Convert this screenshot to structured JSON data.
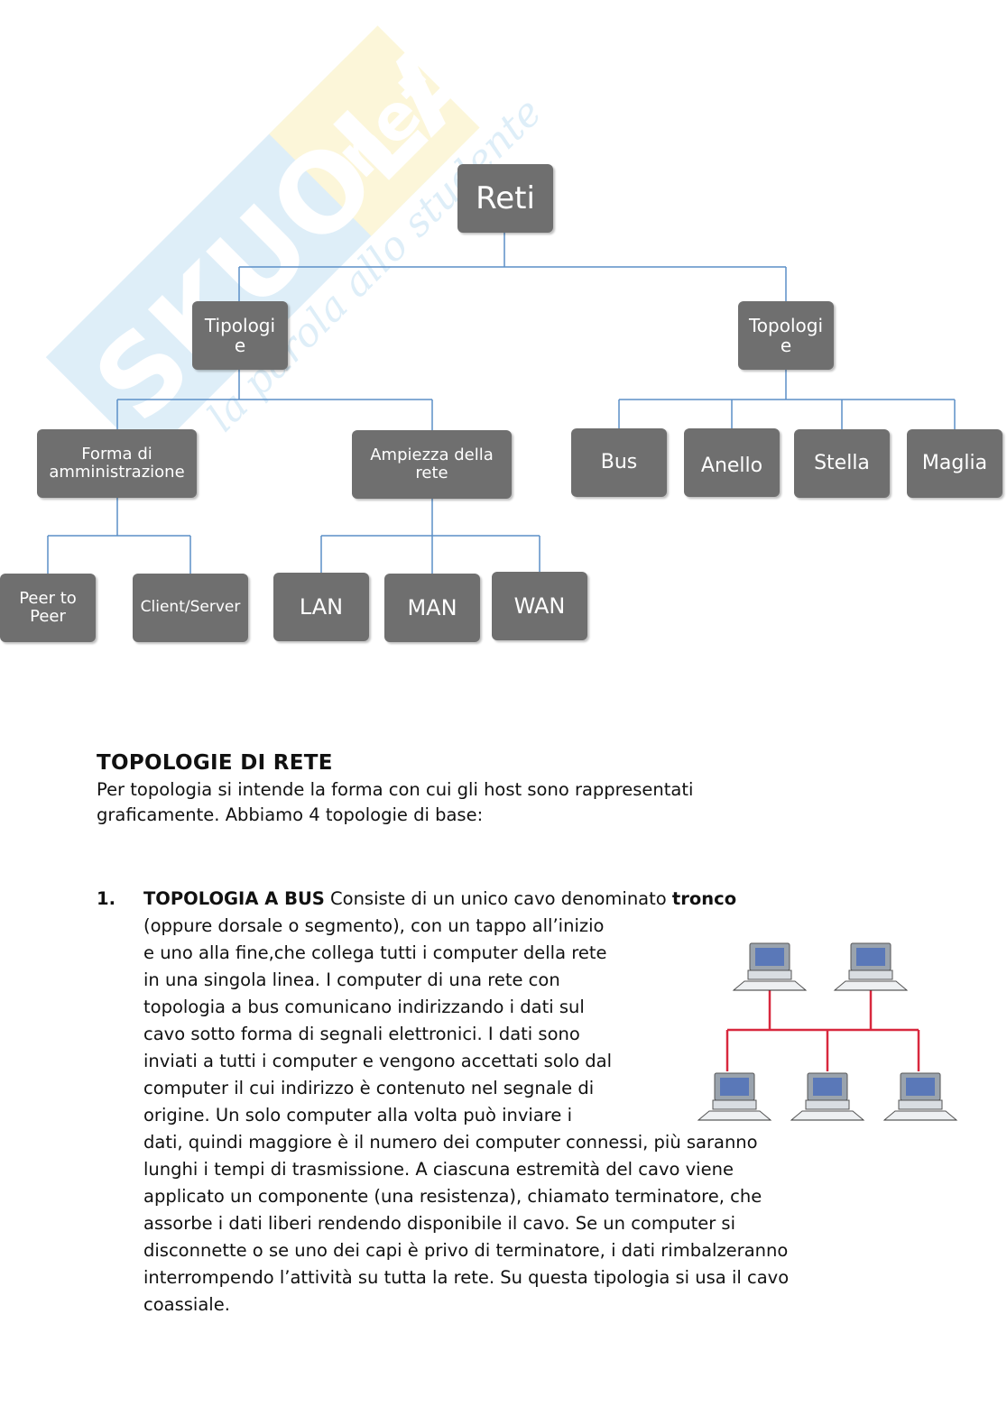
{
  "diagram": {
    "root": "Reti",
    "tipologie": "Tipologi\ne",
    "topologie": "Topologi\ne",
    "forma": "Forma di\namministrazione",
    "ampiezza": "Ampiezza della\nrete",
    "bus": "Bus",
    "anello": "Anello",
    "stella": "Stella",
    "maglia": "Maglia",
    "peer": "Peer to\nPeer",
    "client": "Client/Server",
    "lan": "LAN",
    "man": "MAN",
    "wan": "WAN"
  },
  "watermark": {
    "brand": "SKUOLA",
    "tld": ".net",
    "tagline": "la parola allo studente"
  },
  "section": {
    "heading": "TOPOLOGIE DI RETE",
    "intro_line1": "Per topologia si intende la forma con cui gli host sono rappresentati",
    "intro_line2": "graficamente. Abbiamo 4 topologie di base:"
  },
  "item1": {
    "number": "1.",
    "title": "TOPOLOGIA  A BUS",
    "l1_a": "Consiste di un unico cavo denominato",
    "l1_bold": "tronco",
    "l2": "(oppure dorsale o segmento), con un tappo all’inizio",
    "l3": "e uno alla fine,che collega tutti i computer della rete",
    "l4": "in una singola linea. I computer di una rete con",
    "l5": "topologia a bus comunicano indirizzando i dati sul",
    "l6": "cavo sotto forma di segnali elettronici. I dati sono",
    "l7": "inviati a tutti i computer e vengono accettati solo dal",
    "l8": "computer il cui indirizzo è contenuto nel segnale di",
    "l9": "origine. Un solo computer alla volta può inviare i",
    "l10": "dati, quindi maggiore è il numero dei computer connessi, più saranno",
    "l11": "lunghi i tempi di trasmissione. A ciascuna estremità del cavo viene",
    "l12": "applicato un componente (una resistenza), chiamato terminatore, che",
    "l13": "assorbe i dati liberi rendendo disponibile il cavo. Se un computer si",
    "l14": "disconnette o se uno dei capi è privo di terminatore, i dati rimbalzeranno",
    "l15": "interrompendo l’attività su tutta la rete. Su questa tipologia si usa il cavo",
    "l16": "coassiale."
  },
  "colors": {
    "node_fill": "#6f6f6f",
    "connector": "#5b8fc7",
    "bus_cable": "#d8283e",
    "watermark_blue": "#8cc4e8",
    "watermark_yellow": "#f6e27a"
  }
}
